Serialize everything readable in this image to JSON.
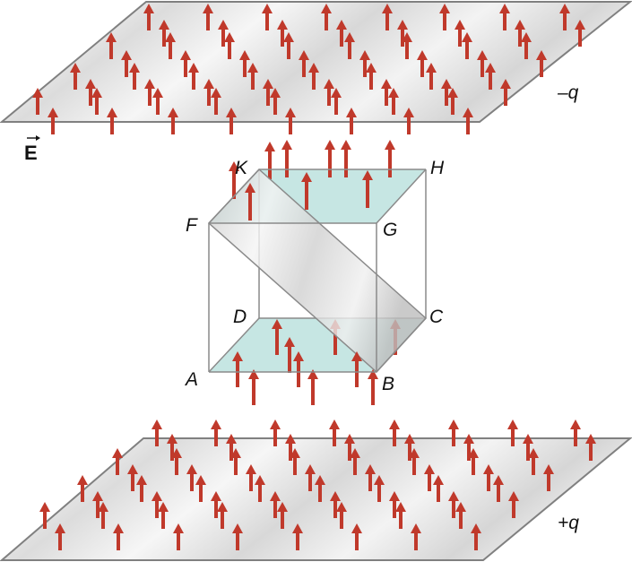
{
  "field_label": "E",
  "top_plate_charge": "–q",
  "bottom_plate_charge": "+q",
  "vertices": {
    "A": "A",
    "B": "B",
    "C": "C",
    "D": "D",
    "F": "F",
    "G": "G",
    "H": "H",
    "K": "K"
  },
  "colors": {
    "arrow": "#c0392b",
    "plate_edge": "#808080",
    "plate_fill": "#e6e6e6",
    "face_tint": "#bfe3e0",
    "box_edge": "#8a8a8a"
  }
}
